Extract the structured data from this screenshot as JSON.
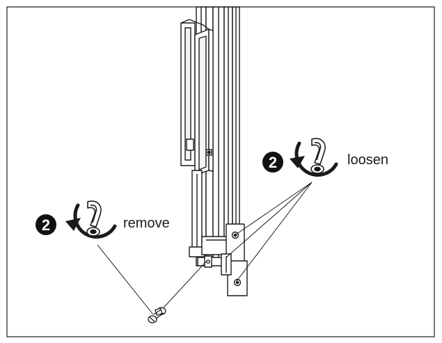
{
  "callouts": {
    "loosen": {
      "step": "2",
      "label": "loosen"
    },
    "remove": {
      "step": "2",
      "label": "remove"
    }
  },
  "colors": {
    "line": "#1a1a1a",
    "badge": "#111111",
    "badge_text": "#ffffff",
    "background": "#ffffff"
  },
  "icons": [
    "rotate-counterclockwise-icon",
    "allen-key-icon",
    "screw-icon"
  ]
}
